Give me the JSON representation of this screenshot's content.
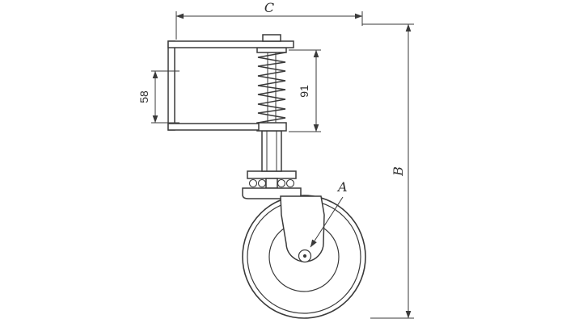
{
  "labels": {
    "width": "C",
    "height": "B",
    "slot": "58",
    "spring": "91",
    "wheel": "A"
  },
  "colors": {
    "line": "#3a3a3a",
    "background": "#ffffff"
  }
}
